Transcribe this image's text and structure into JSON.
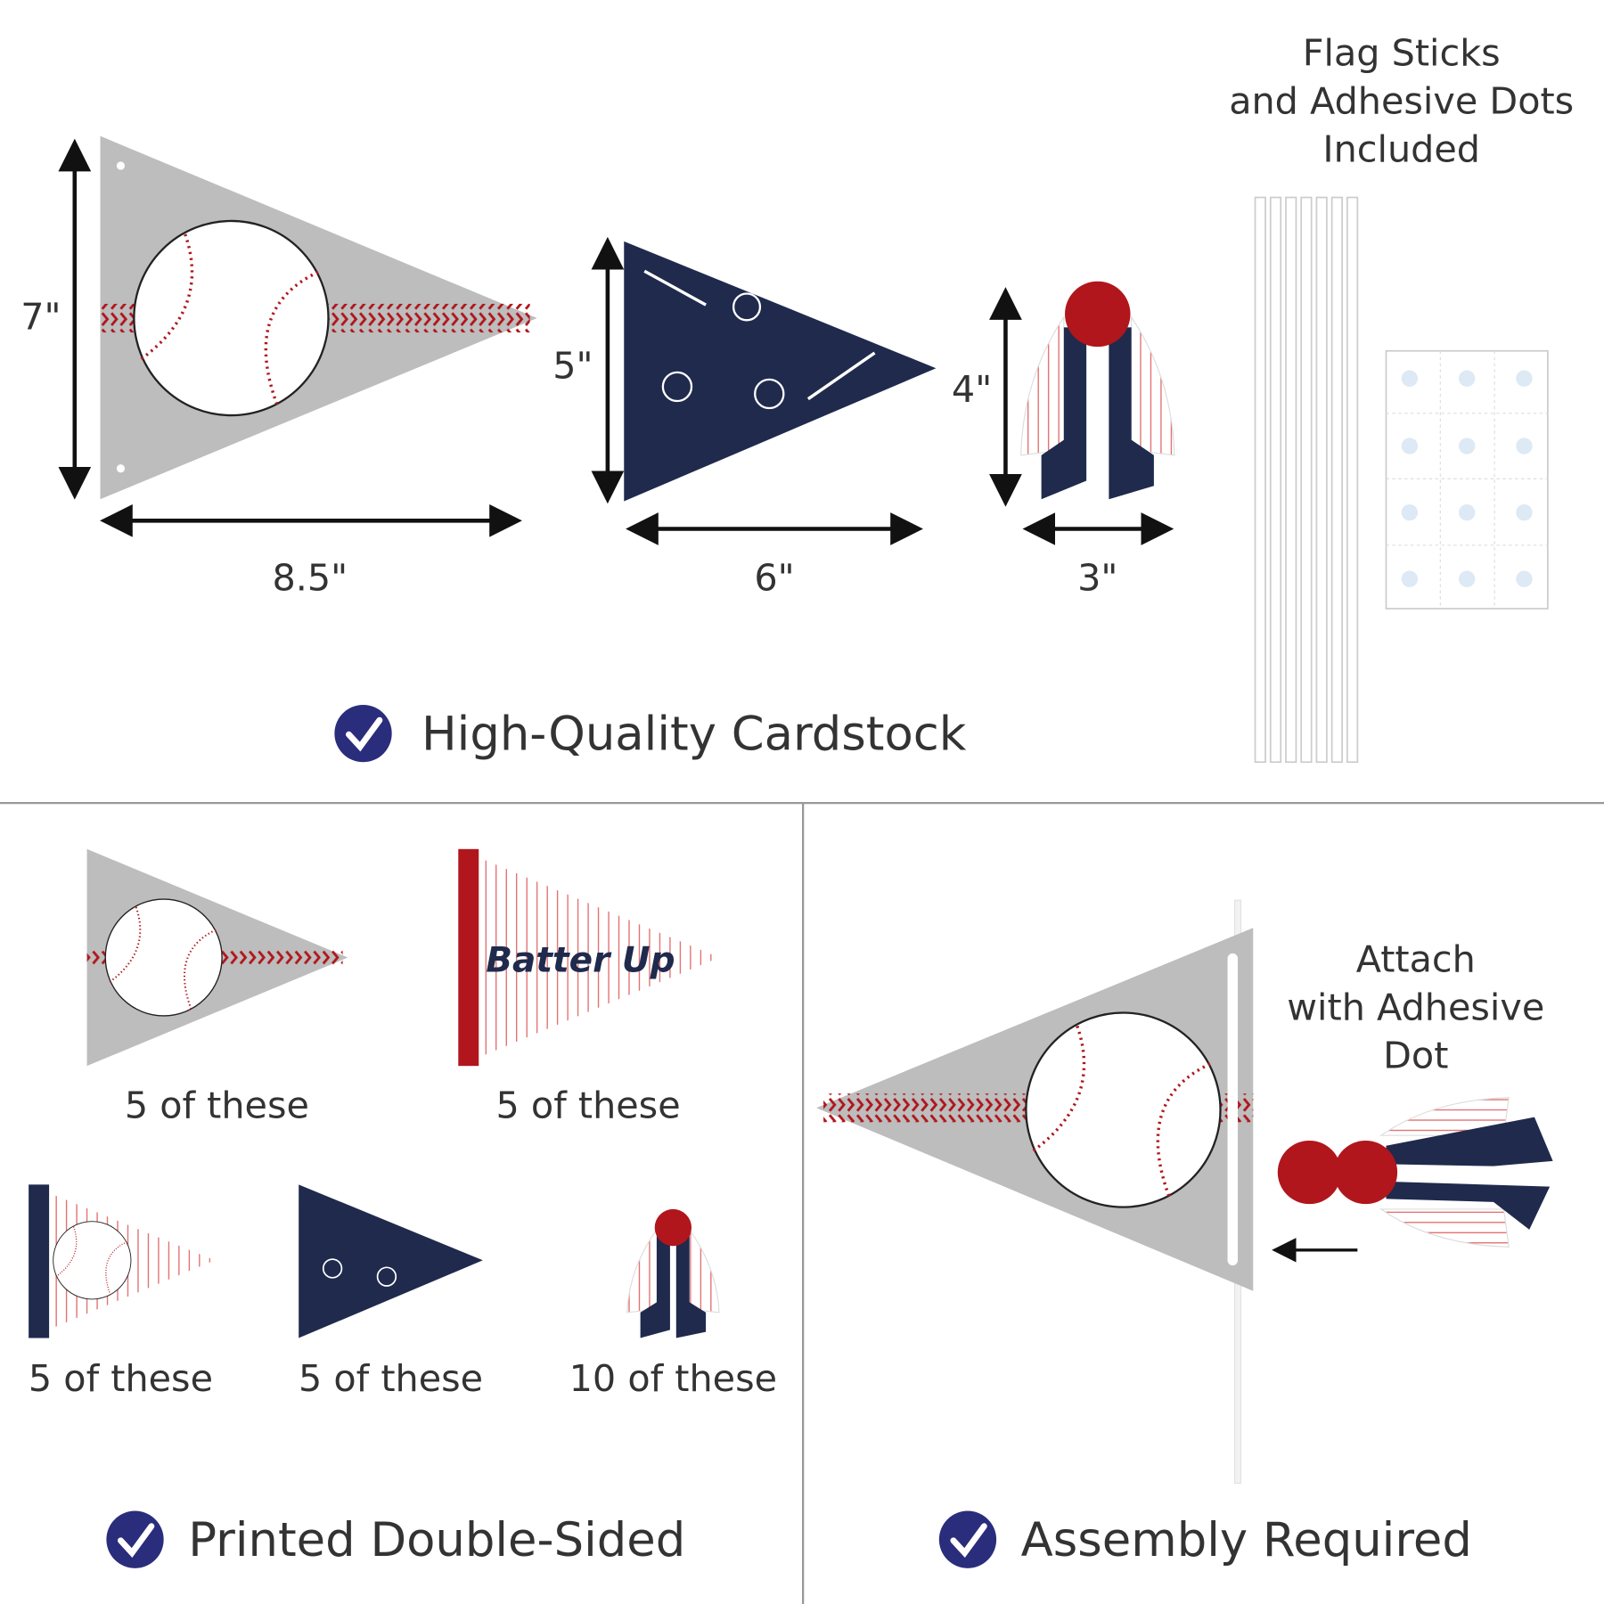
{
  "header": {
    "lines": [
      "Flag Sticks",
      "and Adhesive Dots",
      "Included"
    ]
  },
  "dimensions": {
    "large_height": "7\"",
    "large_width": "8.5\"",
    "medium_height": "5\"",
    "medium_width": "6\"",
    "small_height": "4\"",
    "small_width": "3\""
  },
  "features": {
    "cardstock": "High-Quality Cardstock",
    "double_sided": "Printed Double-Sided",
    "assembly": "Assembly Required"
  },
  "quantities": [
    "5 of these",
    "5 of these",
    "5 of these",
    "5 of these",
    "10 of these"
  ],
  "pennant_text": "Batter Up",
  "attach": {
    "lines": [
      "Attach",
      "with Adhesive",
      "Dot"
    ]
  },
  "colors": {
    "navy": "#1f2a4d",
    "red": "#b0161c",
    "gray": "#b9b9b9",
    "check": "#2a2d7c"
  }
}
